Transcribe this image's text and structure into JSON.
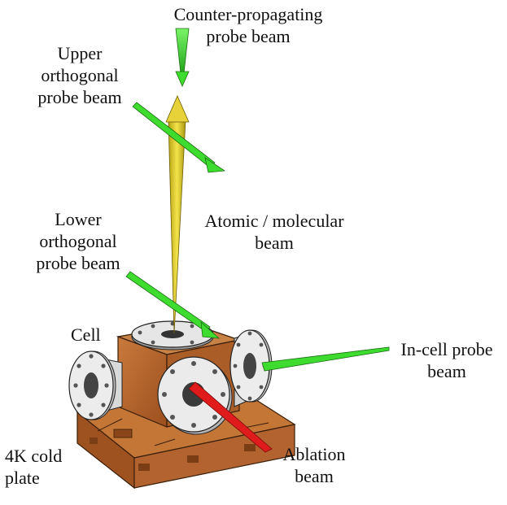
{
  "labels": {
    "counter_propagating": [
      "Counter-propagating",
      "probe beam"
    ],
    "upper_orthogonal": [
      "Upper",
      "orthogonal",
      "probe beam"
    ],
    "lower_orthogonal": [
      "Lower",
      "orthogonal",
      "probe beam"
    ],
    "atomic_molecular": [
      "Atomic / molecular",
      "beam"
    ],
    "cell": "Cell",
    "in_cell_probe": [
      "In-cell probe",
      "beam"
    ],
    "cold_plate": [
      "4K cold",
      "plate"
    ],
    "ablation": [
      "Ablation",
      "beam"
    ]
  },
  "colors": {
    "probe_beam": "#3ddc2f",
    "molecular_beam": "#e3cf2a",
    "ablation_beam": "#e01b1b",
    "copper": "#b5652c",
    "steel": "#e4e4e4"
  }
}
